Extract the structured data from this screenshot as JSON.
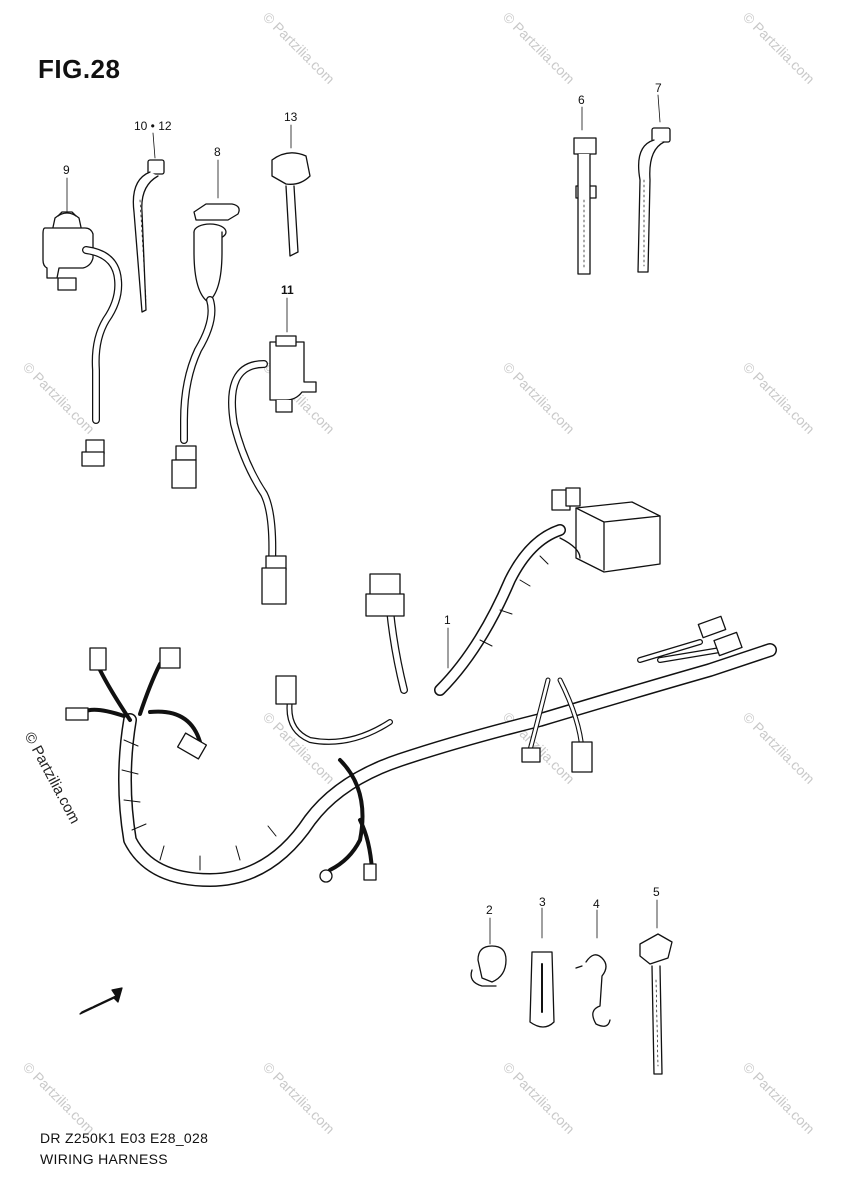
{
  "figure": {
    "title": "FIG.28",
    "code": "DR Z250K1 E03 E28_028",
    "caption": "WIRING HARNESS"
  },
  "watermark": {
    "text": "© Partzilia.com",
    "side_text": "© Partzilia.com"
  },
  "parts": [
    {
      "id": "harness",
      "label": "1"
    },
    {
      "id": "clamp",
      "label": "2"
    },
    {
      "id": "clip-flat",
      "label": "3"
    },
    {
      "id": "clip-wire",
      "label": "4"
    },
    {
      "id": "tie-clamp",
      "label": "5"
    },
    {
      "id": "band-6",
      "label": "6"
    },
    {
      "id": "band-7",
      "label": "7"
    },
    {
      "id": "ignition-switch",
      "label": "8"
    },
    {
      "id": "handle-switch-left",
      "label": "9"
    },
    {
      "id": "band-10-12",
      "label": "10 • 12"
    },
    {
      "id": "handle-switch-right",
      "label": "11"
    },
    {
      "id": "fuse-holder",
      "label": "13"
    }
  ],
  "icons": {
    "fwd": "fwd-arrow-icon"
  },
  "colors": {
    "line": "#111111",
    "watermark": "#c9c9c9"
  }
}
